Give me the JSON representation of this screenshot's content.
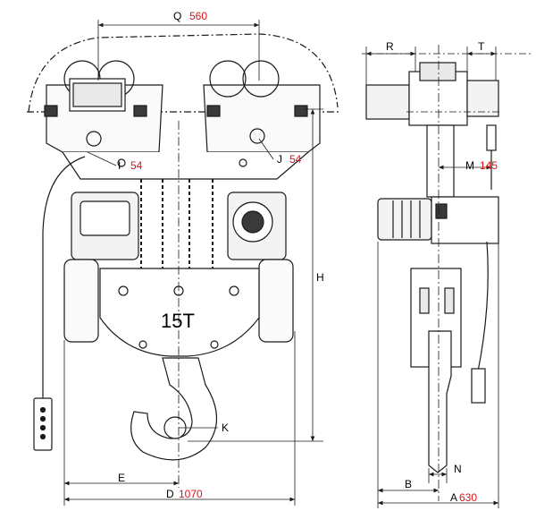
{
  "colors": {
    "line": "#1a1a1a",
    "accent_red": "#d8141b",
    "fill_light": "#e9e9e9",
    "fill_dark": "#3a3a3a"
  },
  "capacity": "15T",
  "front_view": {
    "Q": {
      "letter": "Q",
      "value": "560"
    },
    "I": {
      "letter": "I",
      "value": "54"
    },
    "J": {
      "letter": "J",
      "value": "54"
    },
    "E": {
      "letter": "E",
      "value": ""
    },
    "D": {
      "letter": "D",
      "value": "1070"
    },
    "H": {
      "letter": "H",
      "value": ""
    },
    "K": {
      "letter": "K",
      "value": ""
    }
  },
  "side_view": {
    "R": {
      "letter": "R",
      "value": ""
    },
    "T": {
      "letter": "T",
      "value": ""
    },
    "M": {
      "letter": "M",
      "value": "145"
    },
    "B": {
      "letter": "B",
      "value": ""
    },
    "N": {
      "letter": "N",
      "value": ""
    },
    "A": {
      "letter": "A",
      "value": "630"
    }
  }
}
